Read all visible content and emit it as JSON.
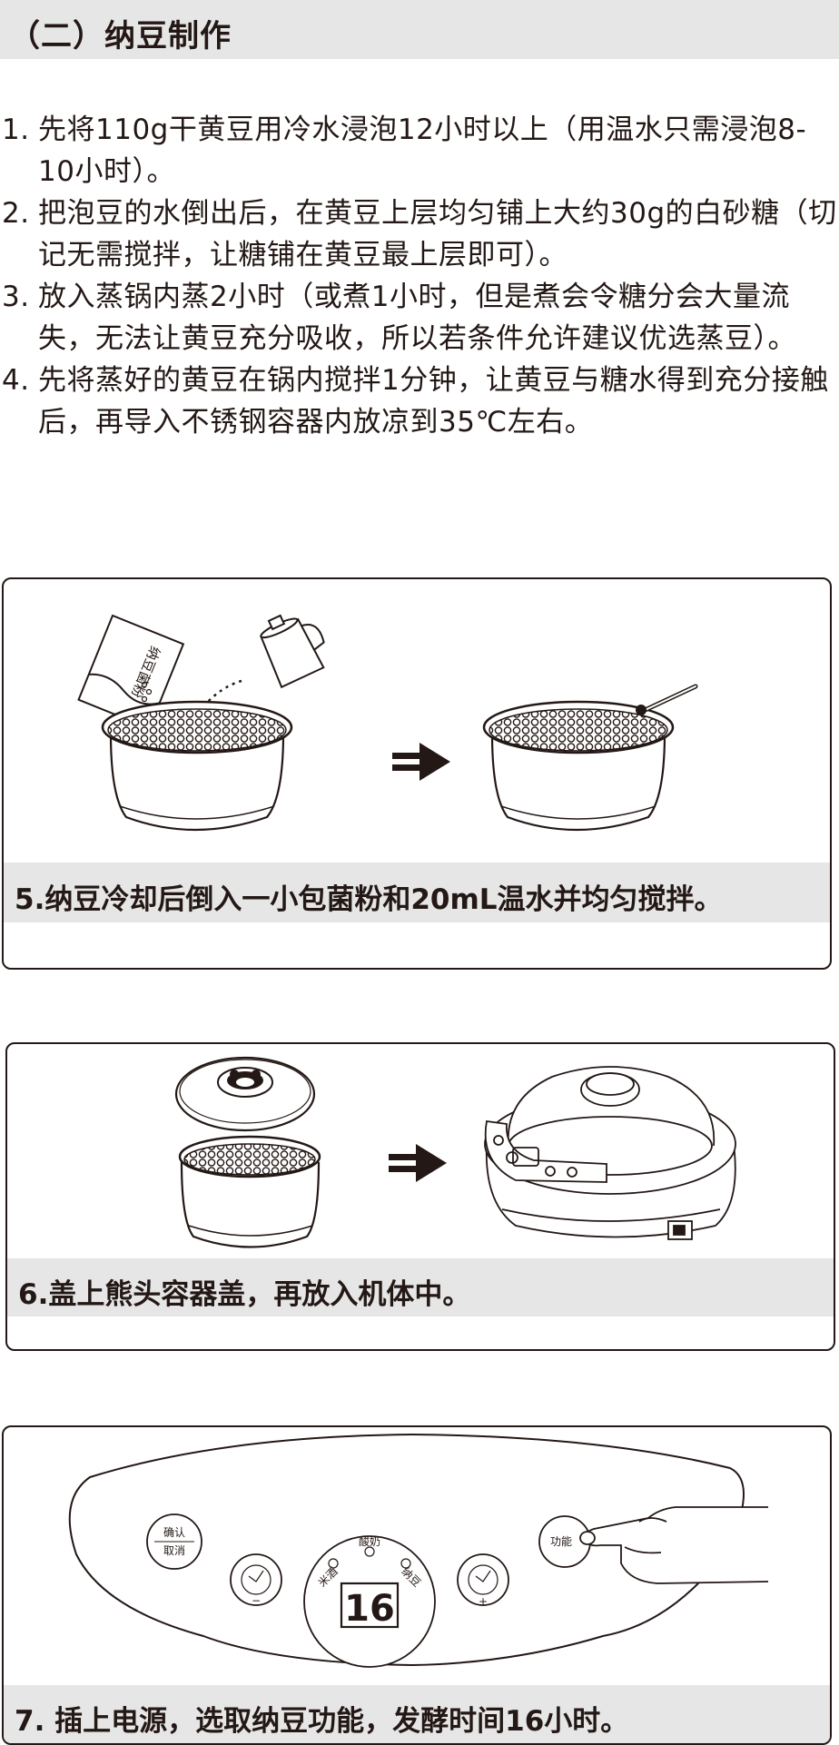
{
  "header": {
    "title": "（二）纳豆制作"
  },
  "steps": [
    {
      "num": "1.",
      "text": "先将110g干黄豆用冷水浸泡12小时以上（用温水只需浸泡8-10小时）。"
    },
    {
      "num": "2.",
      "text": "把泡豆的水倒出后，在黄豆上层均匀铺上大约30g的白砂糖（切记无需搅拌，让糖铺在黄豆最上层即可）。"
    },
    {
      "num": "3.",
      "text": "放入蒸锅内蒸2小时（或煮1小时，但是煮会令糖分会大量流失，无法让黄豆充分吸收，所以若条件允许建议优选蒸豆）。"
    },
    {
      "num": "4.",
      "text": "先将蒸好的黄豆在锅内搅拌1分钟，让黄豆与糖水得到充分接触后，再导入不锈钢容器内放凉到35℃左右。"
    }
  ],
  "panels": {
    "p5": {
      "caption": "5.纳豆冷却后倒入一小包菌粉和20mL温水并均匀搅拌。",
      "packet_label": "纳豆菌粉"
    },
    "p6": {
      "caption": "6.盖上熊头容器盖，再放入机体中。"
    },
    "p7": {
      "caption": "7. 插上电源，选取纳豆功能，发酵时间16小时。",
      "confirm_label": "确认",
      "cancel_label": "取消",
      "function_label": "功能",
      "mode_yogurt": "酸奶",
      "mode_ricewine": "米酒",
      "mode_natto": "纳豆",
      "display": "16",
      "minus": "−",
      "plus": "+"
    }
  },
  "colors": {
    "ink": "#231815",
    "bar": "#e6e6e6"
  }
}
